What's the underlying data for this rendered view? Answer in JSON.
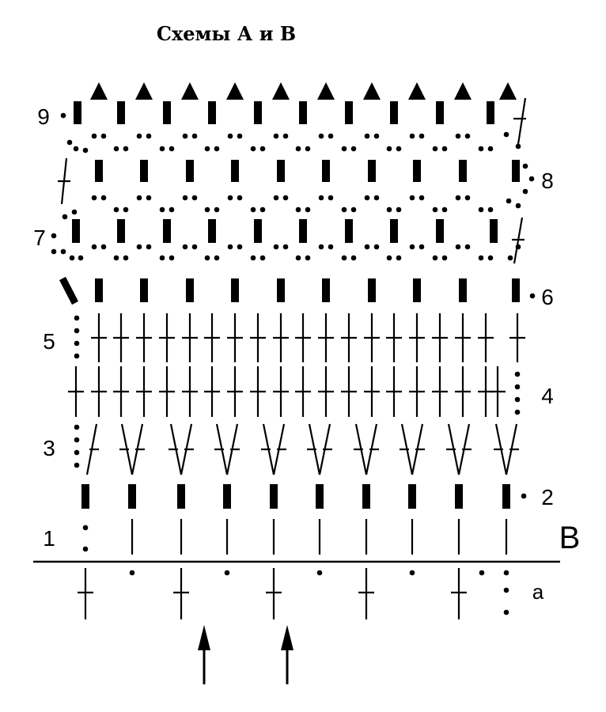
{
  "title": "Схемы А и В",
  "row_labels": [
    "1",
    "2",
    "3",
    "4",
    "5",
    "6",
    "7",
    "8",
    "9"
  ],
  "section_label": "В",
  "base_label": "а",
  "colors": {
    "ink": "#000000",
    "background": "#ffffff"
  },
  "symbols": {
    "chain": "dot",
    "single_crochet": "vertical-bar",
    "half_double": "cross-stitch",
    "double_crochet": "tall-cross",
    "v_stitch": "v-shape",
    "picot": "triangle",
    "slip_stitch": "thick-bar"
  },
  "arrows": 2
}
